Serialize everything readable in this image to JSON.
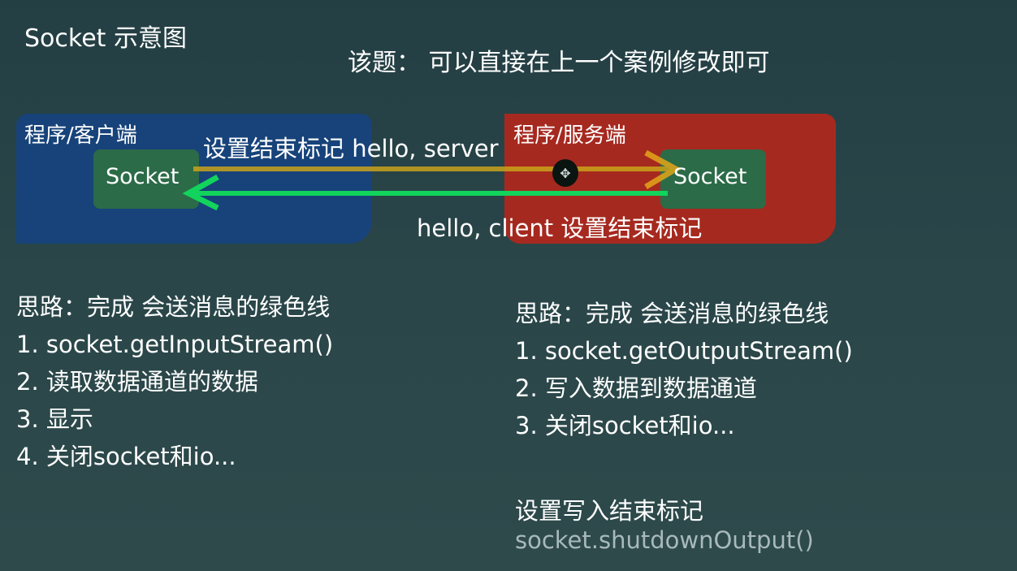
{
  "header": {
    "title": "Socket 示意图",
    "note": "该题：  可以直接在上一个案例修改即可"
  },
  "diagram": {
    "client": {
      "label": "程序/客户端",
      "socket_label": "Socket",
      "color": "#17437a"
    },
    "server": {
      "label": "程序/服务端",
      "socket_label": "Socket",
      "color": "#a6291f"
    },
    "socket_box_color": "#2b6b48",
    "arrows": [
      {
        "direction": "client-to-server",
        "label": "设置结束标记 hello, server",
        "color": "#c9a21a"
      },
      {
        "direction": "server-to-client",
        "label": "hello, client 设置结束标记",
        "color": "#12d45c"
      }
    ],
    "cursor_icon": "move-cursor-icon"
  },
  "client_steps": {
    "heading": "思路：完成 会送消息的绿色线",
    "items": [
      "1. socket.getInputStream()",
      "2. 读取数据通道的数据",
      "3. 显示",
      "4. 关闭socket和io..."
    ]
  },
  "server_steps": {
    "heading": "思路：完成 会送消息的绿色线",
    "items": [
      "1. socket.getOutputStream()",
      "2. 写入数据到数据通道",
      "3. 关闭socket和io..."
    ],
    "end_marker_title": "设置写入结束标记",
    "end_marker_code": "socket.shutdownOutput()"
  }
}
